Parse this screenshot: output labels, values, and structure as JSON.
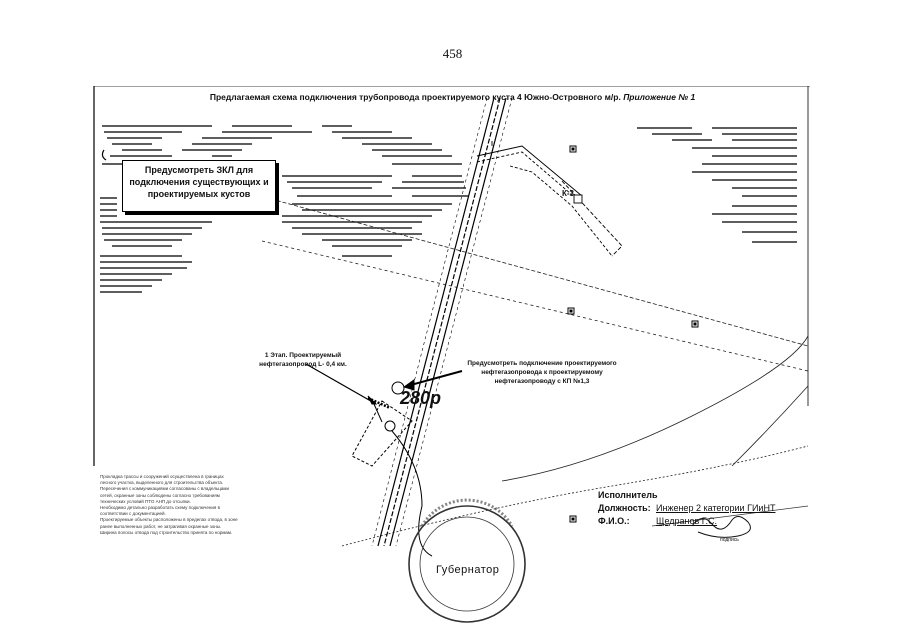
{
  "page_number": "458",
  "map": {
    "title": "Предлагаемая схема подключения трубопровода проектируемого куста 4 Южно-Островного м/р.",
    "appendix": "Приложение № 1"
  },
  "callout": {
    "lines": [
      "Предусмотреть ЗКЛ для",
      "подключения существующих и",
      "проектируемых кустов"
    ]
  },
  "stage_label": {
    "lines": [
      "1 Этап. Проектируемый",
      "нефтегазопровод L- 0,4 км."
    ]
  },
  "connect_label": {
    "lines": [
      "Предусмотреть подключение проектируемого",
      "нефтегазопровода к проектируемому",
      "нефтегазопроводу с КП №1,3"
    ]
  },
  "lot_label": "280р",
  "pad_label": "К-3",
  "notes": {
    "lines": [
      "Прокладка трассы и сооружений осуществлена в границах",
      "лесного участка, выделенного для строительства объекта.",
      "Пересечения с коммуникациями согласованы с владельцами",
      "сетей, охранные зоны соблюдены согласно требованиям",
      "технических условий ПТО АНП до отсыпки.",
      "Необходимо детально разработать схему подключения в",
      "соответствии с документацией.",
      "Проектируемые объекты расположены в пределах отвода, в зоне",
      "ранее выполненных работ, не затрагивая охранные зоны.",
      "Ширина полосы отвода под строительство принята по нормам."
    ]
  },
  "executor": {
    "title": "Исполнитель",
    "position_label": "Должность:",
    "position_value": "Инженер 2 категории ГИиНТ",
    "name_label": "Ф.И.О.:",
    "name_value": "Щедранов Г.С.",
    "sign_caption": "подпись"
  },
  "seal_text": "Губернатор"
}
